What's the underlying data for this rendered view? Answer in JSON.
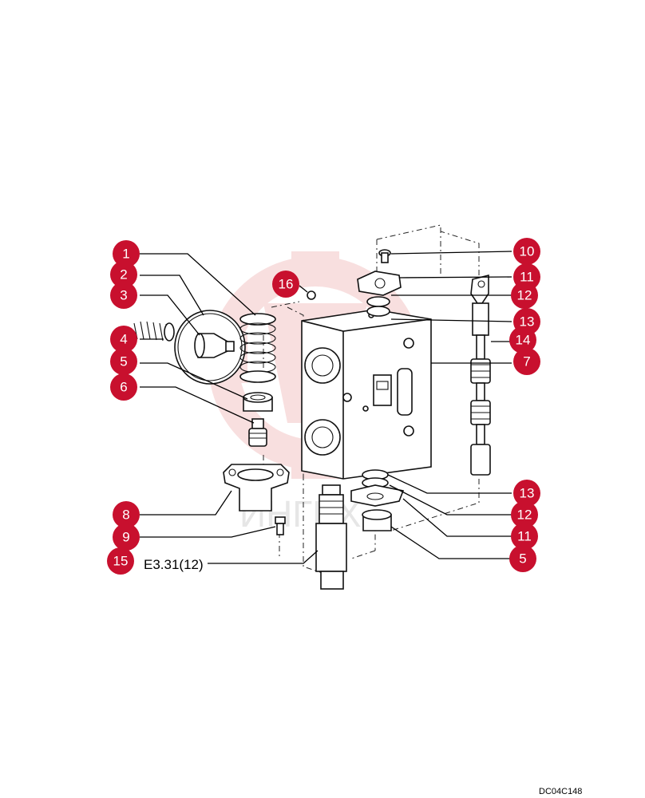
{
  "drawing": {
    "code": "DC04C148",
    "reference_label": "E3.31(12)",
    "watermark_text": "ИНГЕХ",
    "accent_color": "#c8102e",
    "watermark_color": "#f4c6c6"
  },
  "callouts": [
    {
      "id": "c1",
      "label": "1"
    },
    {
      "id": "c2",
      "label": "2"
    },
    {
      "id": "c3",
      "label": "3"
    },
    {
      "id": "c4",
      "label": "4"
    },
    {
      "id": "c5a",
      "label": "5"
    },
    {
      "id": "c6",
      "label": "6"
    },
    {
      "id": "c8",
      "label": "8"
    },
    {
      "id": "c9",
      "label": "9"
    },
    {
      "id": "c15",
      "label": "15"
    },
    {
      "id": "c16",
      "label": "16"
    },
    {
      "id": "c10",
      "label": "10"
    },
    {
      "id": "c11a",
      "label": "11"
    },
    {
      "id": "c12a",
      "label": "12"
    },
    {
      "id": "c13a",
      "label": "13"
    },
    {
      "id": "c14",
      "label": "14"
    },
    {
      "id": "c7",
      "label": "7"
    },
    {
      "id": "c13b",
      "label": "13"
    },
    {
      "id": "c12b",
      "label": "12"
    },
    {
      "id": "c11b",
      "label": "11"
    },
    {
      "id": "c5b",
      "label": "5"
    }
  ]
}
